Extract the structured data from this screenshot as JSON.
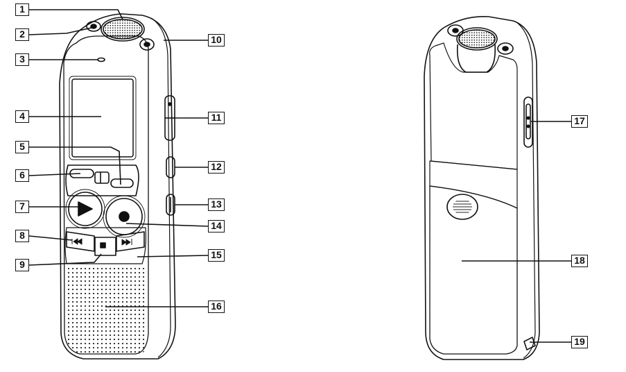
{
  "diagram": {
    "front_view": {
      "callouts": [
        {
          "id": "c1",
          "label": "1"
        },
        {
          "id": "c2",
          "label": "2"
        },
        {
          "id": "c3",
          "label": "3"
        },
        {
          "id": "c4",
          "label": "4"
        },
        {
          "id": "c5",
          "label": "5"
        },
        {
          "id": "c6",
          "label": "6"
        },
        {
          "id": "c7",
          "label": "7"
        },
        {
          "id": "c8",
          "label": "8"
        },
        {
          "id": "c9",
          "label": "9"
        },
        {
          "id": "c10",
          "label": "10"
        },
        {
          "id": "c11",
          "label": "11"
        },
        {
          "id": "c12",
          "label": "12"
        },
        {
          "id": "c13",
          "label": "13"
        },
        {
          "id": "c14",
          "label": "14"
        },
        {
          "id": "c15",
          "label": "15"
        },
        {
          "id": "c16",
          "label": "16"
        }
      ]
    },
    "back_view": {
      "callouts": [
        {
          "id": "c17",
          "label": "17"
        },
        {
          "id": "c18",
          "label": "18"
        },
        {
          "id": "c19",
          "label": "19"
        }
      ]
    }
  }
}
